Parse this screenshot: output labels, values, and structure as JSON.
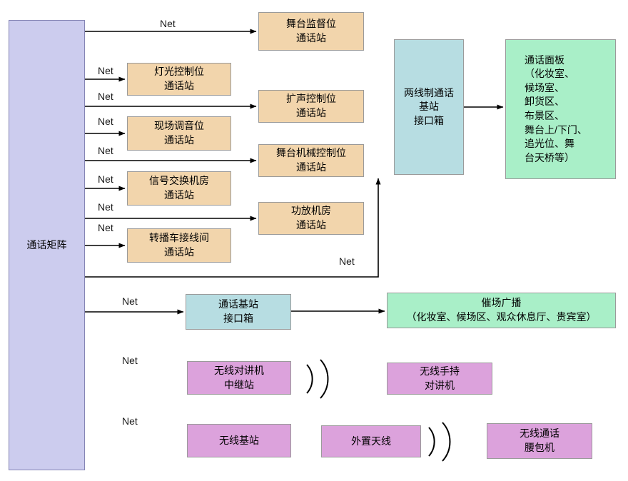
{
  "net_label": "Net",
  "colors": {
    "matrix": "#ccccee",
    "station": "#f2d5ac",
    "interface": "#b7dde2",
    "panel": "#a9efc8",
    "wireless": "#dca2dc"
  },
  "nodes": {
    "matrix": {
      "label": "通话矩阵"
    },
    "stage_supervisor": {
      "label": "舞台监督位\n通话站"
    },
    "lighting_control": {
      "label": "灯光控制位\n通话站"
    },
    "pa_control": {
      "label": "扩声控制位\n通话站"
    },
    "live_mixing": {
      "label": "现场调音位\n通话站"
    },
    "stage_machinery": {
      "label": "舞台机械控制位\n通话站"
    },
    "signal_exchange": {
      "label": "信号交换机房\n通话站"
    },
    "amplifier_room": {
      "label": "功放机房\n通话站"
    },
    "broadcast_van": {
      "label": "转播车接线间\n通话站"
    },
    "two_wire_interface": {
      "label": "两线制通话\n基站\n接口箱"
    },
    "intercom_panels": {
      "label": "通话面板\n（化妆室、\n候场室、\n卸货区、\n布景区、\n舞台上/下门、\n追光位、舞\n台天桥等）"
    },
    "base_interface": {
      "label": "通话基站\n接口箱"
    },
    "cue_broadcast": {
      "label": "催场广播\n（化妆室、候场区、观众休息厅、贵宾室）"
    },
    "wireless_relay": {
      "label": "无线对讲机\n中继站"
    },
    "wireless_handheld": {
      "label": "无线手持\n对讲机"
    },
    "wireless_base": {
      "label": "无线基站"
    },
    "external_antenna": {
      "label": "外置天线"
    },
    "wireless_beltpack": {
      "label": "无线通话\n腰包机"
    }
  }
}
